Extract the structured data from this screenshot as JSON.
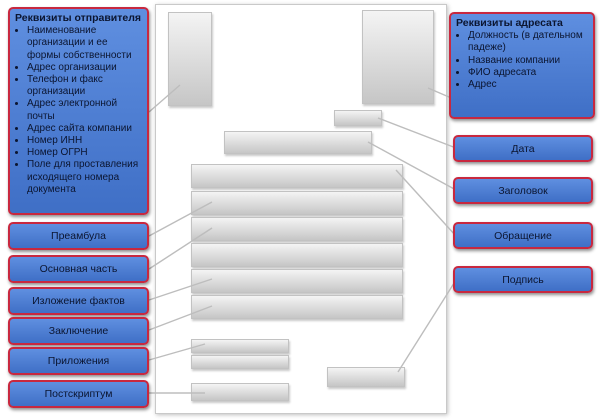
{
  "sender": {
    "title": "Реквизиты отправителя",
    "items": [
      "Наименование организации и ее формы собственности",
      "Адрес организации",
      "Телефон и факс организации",
      "Адрес электронной почты",
      "Адрес сайта компании",
      "Номер ИНН",
      "Номер ОГРН",
      "Поле для проставления исходящего номера документа"
    ]
  },
  "recipient": {
    "title": "Реквизиты адресата",
    "items": [
      "Должность (в дательном падеже)",
      "Название компании",
      "ФИО адресата",
      "Адрес"
    ]
  },
  "left_labels": [
    "Преамбула",
    "Основная часть",
    "Изложение фактов",
    "Заключение",
    "Приложения",
    "Постскриптум"
  ],
  "right_labels": [
    "Дата",
    "Заголовок",
    "Обращение",
    "Подпись"
  ],
  "colors": {
    "box_fill": "#4f7fd6",
    "box_border": "#c8283f",
    "connector": "#bdbdbd"
  }
}
